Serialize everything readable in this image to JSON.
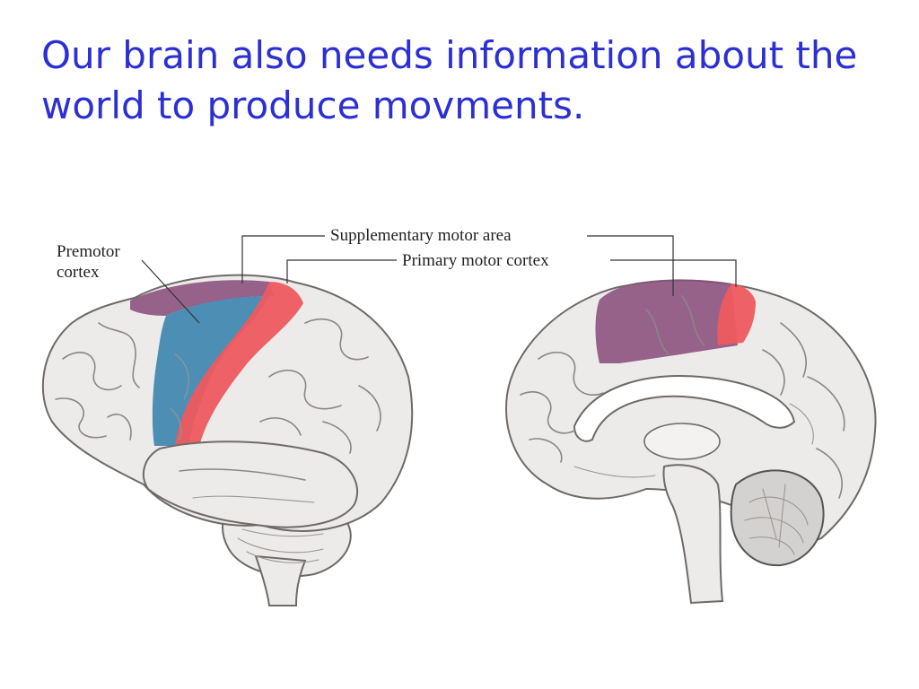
{
  "slide": {
    "title": "Our brain also needs information about the world to produce movments."
  },
  "diagram": {
    "labels": {
      "premotor_line1": "Premotor",
      "premotor_line2": "cortex",
      "supplementary": "Supplementary motor area",
      "primary": "Primary motor cortex"
    },
    "colors": {
      "title": "#2b2fd4",
      "premotor": "#3f86b0",
      "primary_motor": "#ee5a5f",
      "supplementary_motor": "#8a4f7c",
      "brain_fill": "#ecebea",
      "brain_outline": "#6f6a68"
    }
  }
}
